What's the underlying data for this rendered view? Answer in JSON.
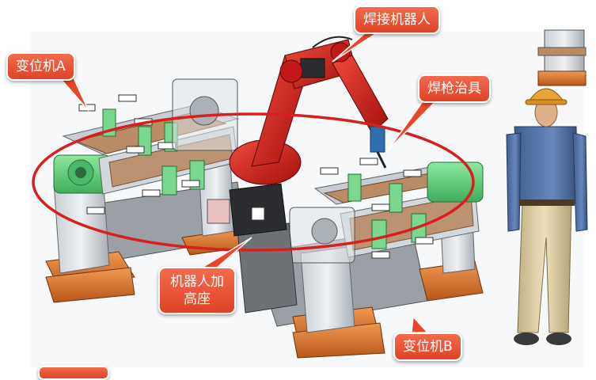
{
  "labels": {
    "welding_robot": "焊接机器人",
    "positioner_a": "变位机A",
    "welding_torch_fixture": "焊枪治具",
    "robot_base": "机器人加高座",
    "positioner_b": "变位机B"
  },
  "colors": {
    "callout_fill": "#e8472b",
    "callout_text": "#ffffff",
    "robot_red": "#d81f1f",
    "base_orange": "#d9742a",
    "fixture_green": "#5fcf7a",
    "plate_wood": "#b98c66",
    "steel_grey": "#9aa3ab",
    "worker_shirt": "#4d6fa0",
    "worker_pants": "#d9c9a0",
    "helmet": "#e8a33a",
    "ring_red": "#d81f1f"
  }
}
